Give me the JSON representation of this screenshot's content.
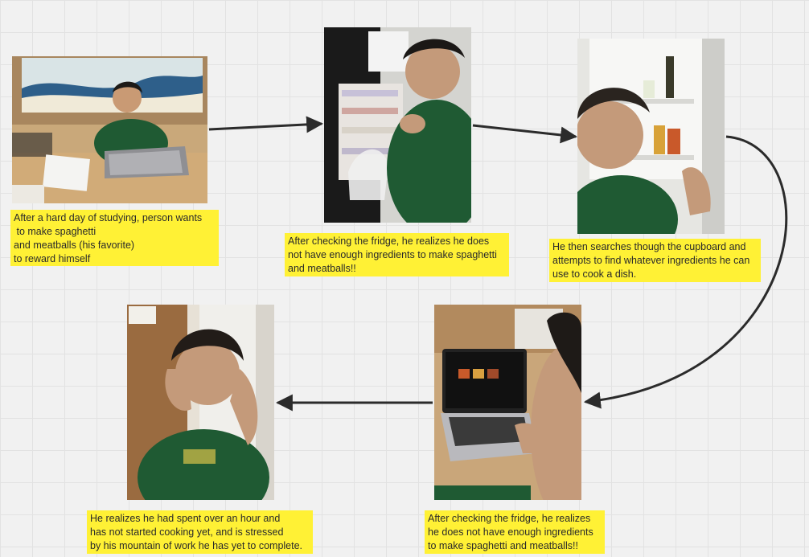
{
  "notes": {
    "step1": {
      "lines": [
        "After a hard day of studying, person wants",
        " to make spaghetti",
        "and meatballs (his favorite)",
        "to reward himself"
      ]
    },
    "step2": {
      "lines": [
        "After checking the fridge, he realizes he does",
        "not have enough ingredients to make spaghetti",
        "and meatballs!!"
      ]
    },
    "step3": {
      "lines": [
        "He then searches though the cupboard and",
        "attempts to find whatever ingredients he can",
        "use to cook a dish."
      ]
    },
    "step4": {
      "lines": [
        "After checking the fridge, he realizes",
        "he does not have enough ingredients",
        "to make spaghetti and meatballs!!"
      ]
    },
    "step5": {
      "lines": [
        "He realizes he had spent over an hour and",
        "has not started cooking yet, and is stressed",
        "by his mountain of work he has yet to complete."
      ]
    }
  },
  "photos": {
    "step1": "person-studying-at-laptop",
    "step2": "person-checking-fridge",
    "step3": "person-searching-cupboard",
    "step4": "person-looking-at-laptop-recipes",
    "step5": "person-stressed-holding-head"
  },
  "colors": {
    "background": "#f1f1f1",
    "sticky_note": "#fff135",
    "arrow": "#2b2b2b",
    "shirt": "#1f5a33"
  }
}
